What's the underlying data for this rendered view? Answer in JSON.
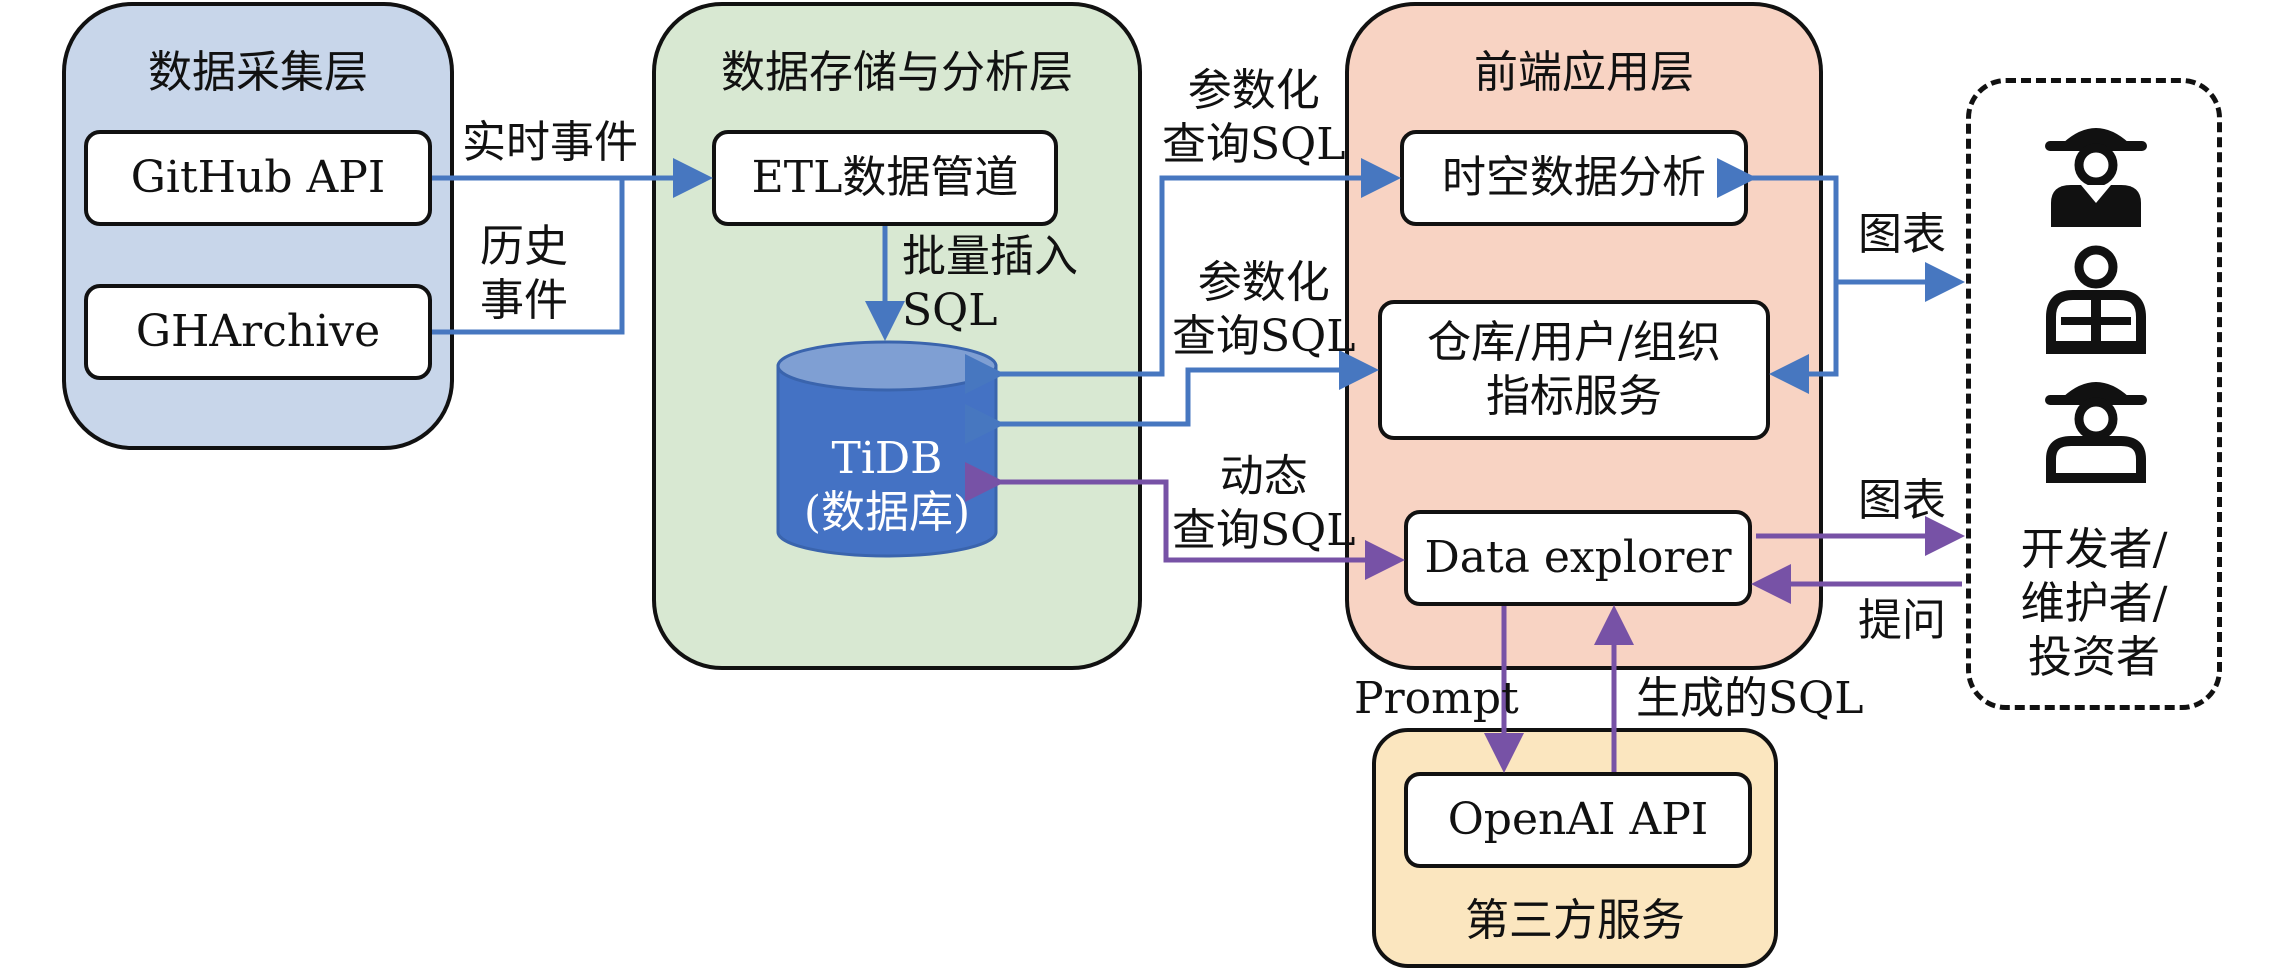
{
  "layers": {
    "collection": {
      "title": "数据采集层"
    },
    "storage": {
      "title": "数据存储与分析层"
    },
    "frontend": {
      "title": "前端应用层"
    },
    "third_party": {
      "title": "第三方服务"
    }
  },
  "nodes": {
    "github_api": "GitHub API",
    "gharchive": "GHArchive",
    "etl": "ETL数据管道",
    "tidb_line1": "TiDB",
    "tidb_line2": "(数据库)",
    "spatiotemporal": "时空数据分析",
    "metrics_line1": "仓库/用户/组织",
    "metrics_line2": "指标服务",
    "data_explorer": "Data explorer",
    "openai_api": "OpenAI API"
  },
  "edge_labels": {
    "realtime": "实时事件",
    "history_line1": "历史",
    "history_line2": "事件",
    "batch_line1": "批量插入",
    "batch_line2": "SQL",
    "param1_line1": "参数化",
    "param1_line2": "查询SQL",
    "param2_line1": "参数化",
    "param2_line2": "查询SQL",
    "dynamic_line1": "动态",
    "dynamic_line2": "查询SQL",
    "chart1": "图表",
    "chart2": "图表",
    "ask": "提问",
    "prompt": "Prompt",
    "generated_sql": "生成的SQL"
  },
  "users": {
    "label": "开发者/\n维护者/\n投资者",
    "icons": [
      "person-with-hat-icon",
      "person-icon",
      "person-with-hat-icon"
    ]
  },
  "colors": {
    "collection_fill": "#c8d6ea",
    "storage_fill": "#d8e8d2",
    "frontend_fill": "#f8d3c3",
    "third_party_fill": "#fbe6bf",
    "blue_arrow": "#4777c0",
    "purple_arrow": "#7752a6",
    "cylinder_body": "#4472c4",
    "cylinder_top": "#7f9fd3"
  }
}
